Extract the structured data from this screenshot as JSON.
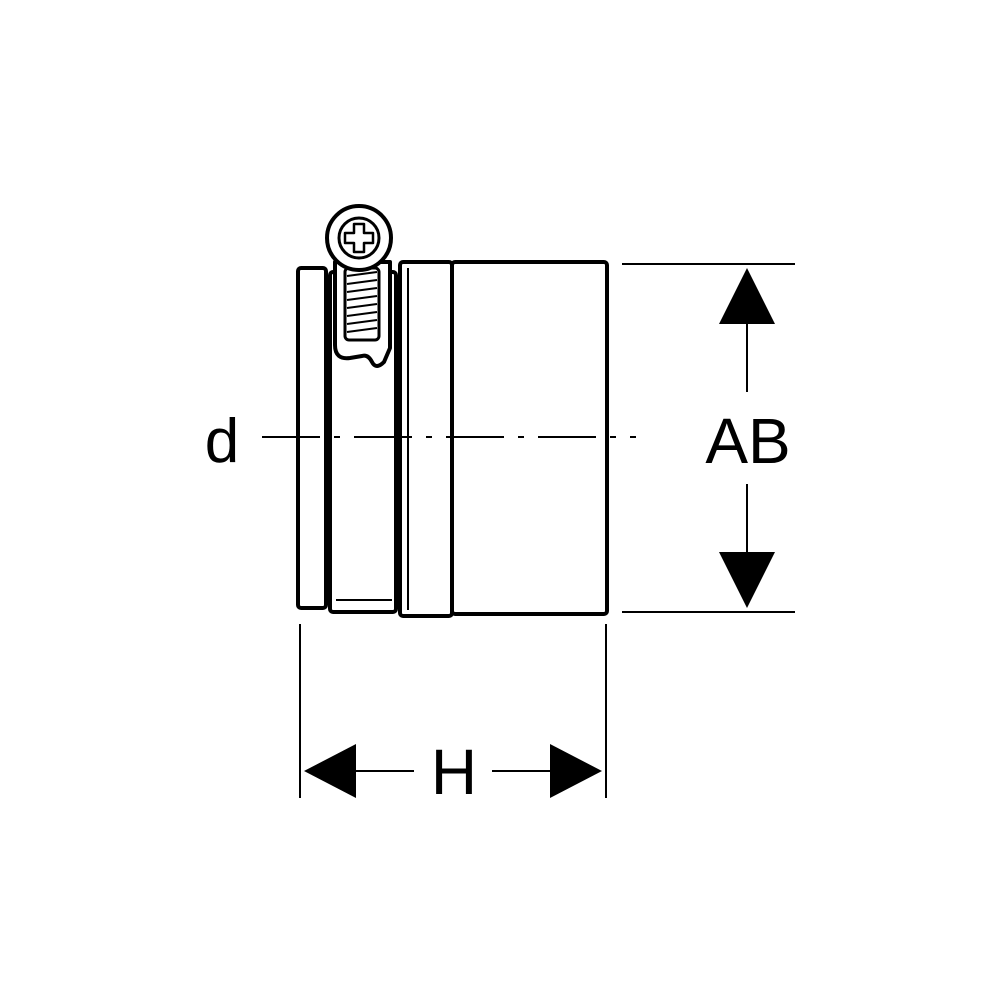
{
  "diagram": {
    "labels": {
      "diameter": "d",
      "outer_diameter": "AB",
      "height": "H"
    },
    "colors": {
      "line": "#000000",
      "background": "#ffffff"
    },
    "icons": {
      "clamp_screw": "cross-head-screw-icon"
    }
  }
}
